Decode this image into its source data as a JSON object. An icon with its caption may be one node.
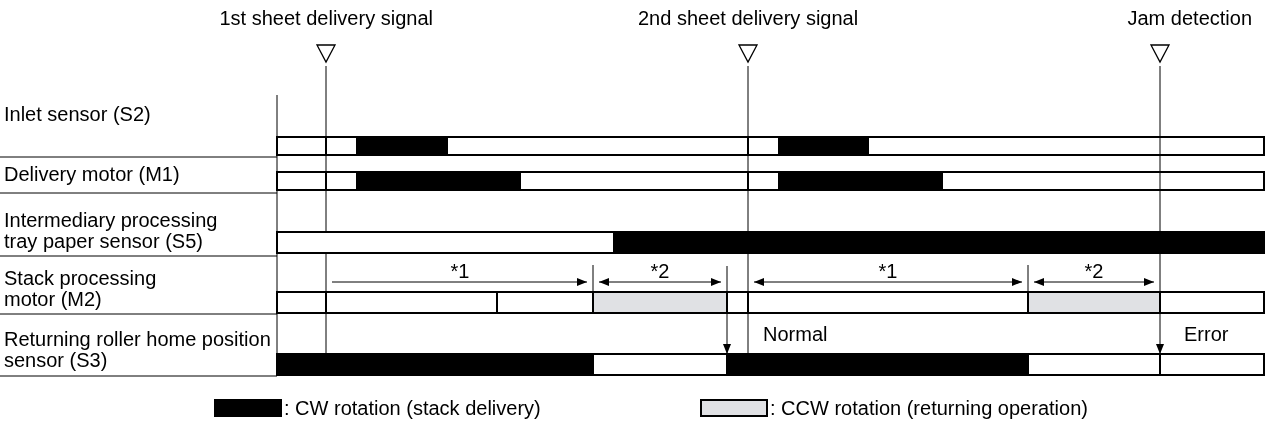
{
  "diagram": {
    "labels": [
      "1st sheet delivery signal",
      "2nd sheet delivery signal",
      "Jam detection",
      "Inlet sensor (S2)",
      "Delivery motor (M1)",
      "Intermediary processing tray paper sensor (S5)",
      "Stack processing motor (M2)",
      "*1",
      "*2",
      "*1",
      "*2",
      "Returning roller home position sensor (S3)",
      "Normal",
      "Error"
    ],
    "legend": [
      {
        "text": ": CW rotation (stack delivery)",
        "color": "#000000"
      },
      {
        "text": ": CCW rotation (returning operation)",
        "color": "#e0e1e4"
      }
    ]
  }
}
